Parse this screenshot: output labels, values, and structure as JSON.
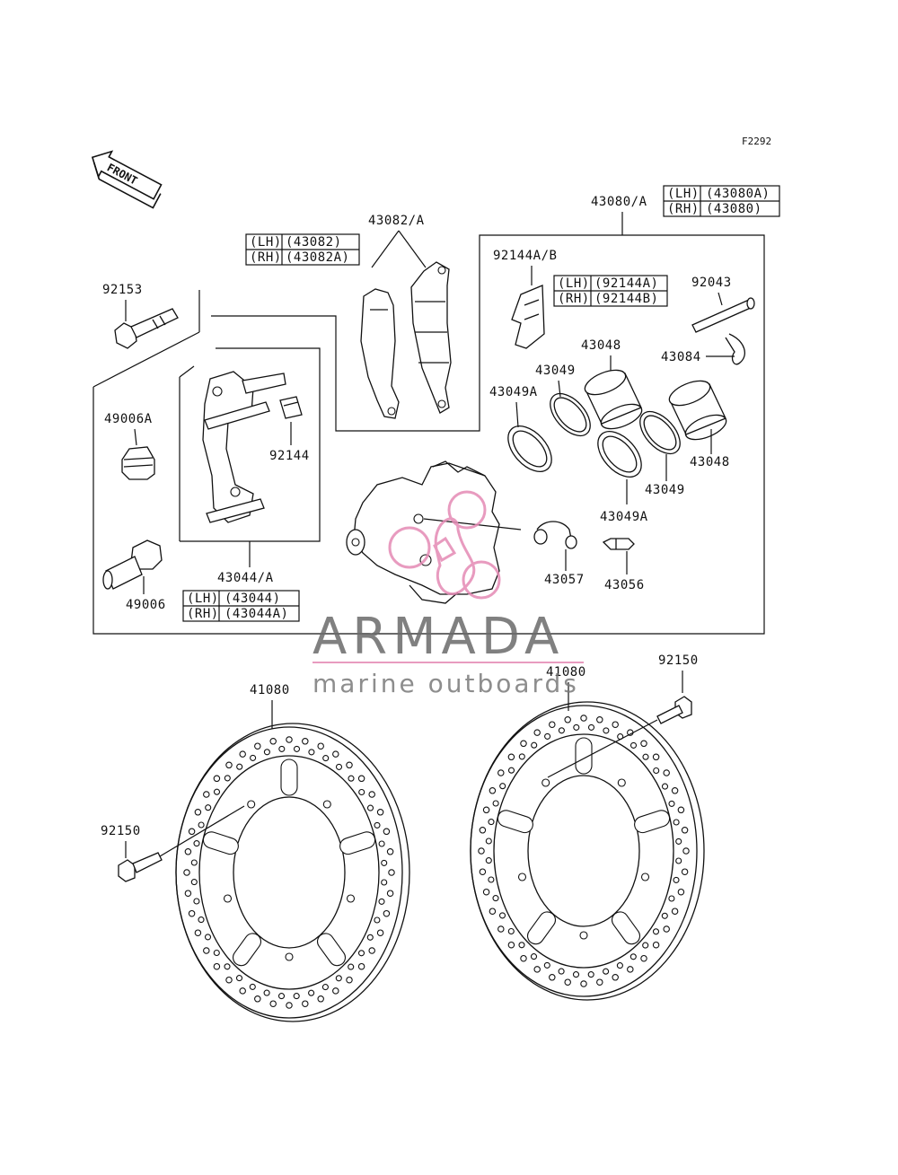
{
  "figure_code": "F2292",
  "front_arrow": "FRONT",
  "labels": {
    "p43080": "43080/A",
    "p43080_lh": [
      "(LH)",
      "(43080A)"
    ],
    "p43080_rh": [
      "(RH)",
      "(43080)"
    ],
    "p43082": "43082/A",
    "p43082_lh": [
      "(LH)",
      "(43082)"
    ],
    "p43082_rh": [
      "(RH)",
      "(43082A)"
    ],
    "p92144ab": "92144A/B",
    "p92144ab_lh": [
      "(LH)",
      "(92144A)"
    ],
    "p92144ab_rh": [
      "(RH)",
      "(92144B)"
    ],
    "p92153": "92153",
    "p92043": "92043",
    "p43084": "43084",
    "p43048_top": "43048",
    "p43048_right": "43048",
    "p43049_top": "43049",
    "p43049_right": "43049",
    "p43049a_left": "43049A",
    "p43049a_right": "43049A",
    "p49006a": "49006A",
    "p49006": "49006",
    "p92144": "92144",
    "p43044": "43044/A",
    "p43044_lh": [
      "(LH)",
      "(43044)"
    ],
    "p43044_rh": [
      "(RH)",
      "(43044A)"
    ],
    "p43057": "43057",
    "p43056": "43056",
    "p41080_left": "41080",
    "p41080_right": "41080",
    "p92150_left": "92150",
    "p92150_right": "92150"
  },
  "watermark": {
    "brand": "ARMADA",
    "tagline": "marine outboards",
    "logo_color": "#e58ab5"
  }
}
